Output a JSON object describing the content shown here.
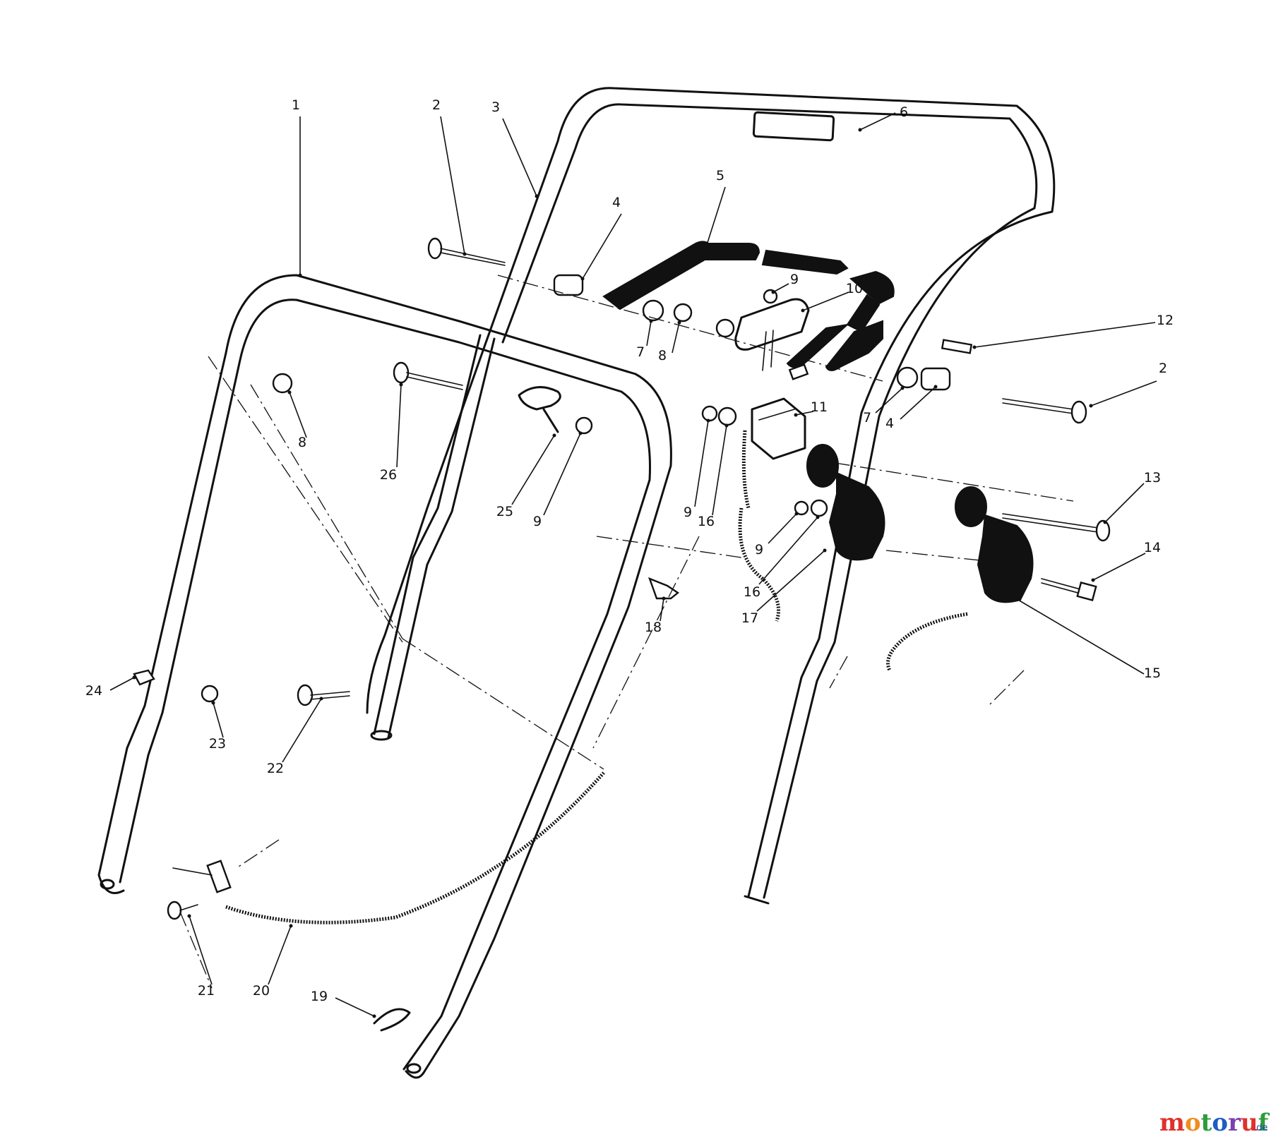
{
  "callouts": [
    {
      "id": "c1",
      "label": "1"
    },
    {
      "id": "c2a",
      "label": "2"
    },
    {
      "id": "c2b",
      "label": "2"
    },
    {
      "id": "c3",
      "label": "3"
    },
    {
      "id": "c4a",
      "label": "4"
    },
    {
      "id": "c4b",
      "label": "4"
    },
    {
      "id": "c5",
      "label": "5"
    },
    {
      "id": "c6",
      "label": "6"
    },
    {
      "id": "c7a",
      "label": "7"
    },
    {
      "id": "c7b",
      "label": "7"
    },
    {
      "id": "c8a",
      "label": "8"
    },
    {
      "id": "c8b",
      "label": "8"
    },
    {
      "id": "c9a",
      "label": "9"
    },
    {
      "id": "c9b",
      "label": "9"
    },
    {
      "id": "c9c",
      "label": "9"
    },
    {
      "id": "c9d",
      "label": "9"
    },
    {
      "id": "c10",
      "label": "10"
    },
    {
      "id": "c11",
      "label": "11"
    },
    {
      "id": "c12",
      "label": "12"
    },
    {
      "id": "c13",
      "label": "13"
    },
    {
      "id": "c14",
      "label": "14"
    },
    {
      "id": "c15",
      "label": "15"
    },
    {
      "id": "c16a",
      "label": "16"
    },
    {
      "id": "c16b",
      "label": "16"
    },
    {
      "id": "c17",
      "label": "17"
    },
    {
      "id": "c18",
      "label": "18"
    },
    {
      "id": "c19",
      "label": "19"
    },
    {
      "id": "c20",
      "label": "20"
    },
    {
      "id": "c21",
      "label": "21"
    },
    {
      "id": "c22",
      "label": "22"
    },
    {
      "id": "c23",
      "label": "23"
    },
    {
      "id": "c24",
      "label": "24"
    },
    {
      "id": "c25",
      "label": "25"
    },
    {
      "id": "c26",
      "label": "26"
    }
  ],
  "watermark": {
    "letters": [
      "m",
      "o",
      "t",
      "o",
      "r",
      "u",
      "f"
    ],
    "letter_colors": [
      "#e0312b",
      "#f28c1c",
      "#2a9d3c",
      "#1e5bc6",
      "#7a3fb0",
      "#e0312b",
      "#2a9d3c"
    ],
    "tld": ".de"
  }
}
